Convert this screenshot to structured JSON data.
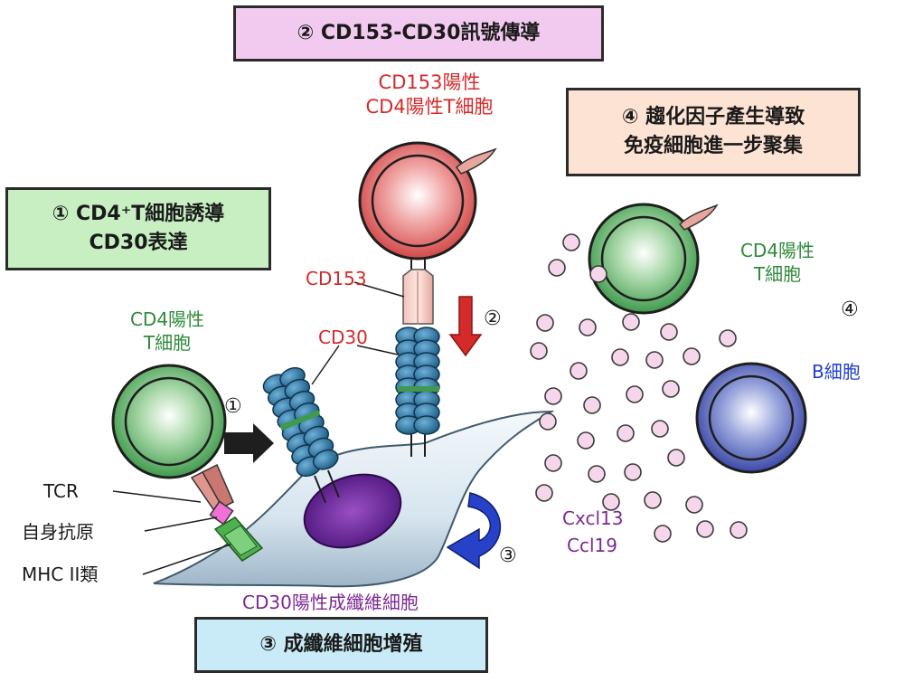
{
  "boxes": {
    "box2": {
      "text": "② CD153-CD30訊號傳導",
      "bg": "#f2c9ef"
    },
    "box1": {
      "line1": "① CD4⁺T細胞誘導",
      "line2": "CD30表達",
      "bg": "#c7efc2"
    },
    "box4": {
      "line1": "④ 趨化因子產生導致",
      "line2": "免疫細胞進一步聚集",
      "bg": "#fde3d3"
    },
    "box3": {
      "text": "③ 成纖維細胞增殖",
      "bg": "#c9ebf7"
    }
  },
  "labels": {
    "cd153_pos_line1": "CD153陽性",
    "cd153_pos_line2": "CD4陽性T細胞",
    "cd4_left_line1": "CD4陽性",
    "cd4_left_line2": "T細胞",
    "cd4_right_line1": "CD4陽性",
    "cd4_right_line2": "T細胞",
    "cd153": "CD153",
    "cd30": "CD30",
    "b_cell": "B細胞",
    "cxcl13": "Cxcl13",
    "ccl19": "Ccl19",
    "fibroblast": "CD30陽性成纖維細胞",
    "tcr": "TCR",
    "self_antigen": "自身抗原",
    "mhc": "MHC II類"
  },
  "markers": {
    "m1": "①",
    "m2": "②",
    "m3": "③",
    "m4": "④"
  },
  "colors": {
    "red_text": "#d42a2a",
    "green_text": "#2f8a3a",
    "purple_text": "#7b2a93",
    "blue_text": "#1f3fc6",
    "cd30_receptor": "#2a6a8f",
    "chemokine_dot": "#f6d6ea",
    "fibroblast_body": "#dde9f2",
    "nucleus": "#5a1f8f"
  }
}
